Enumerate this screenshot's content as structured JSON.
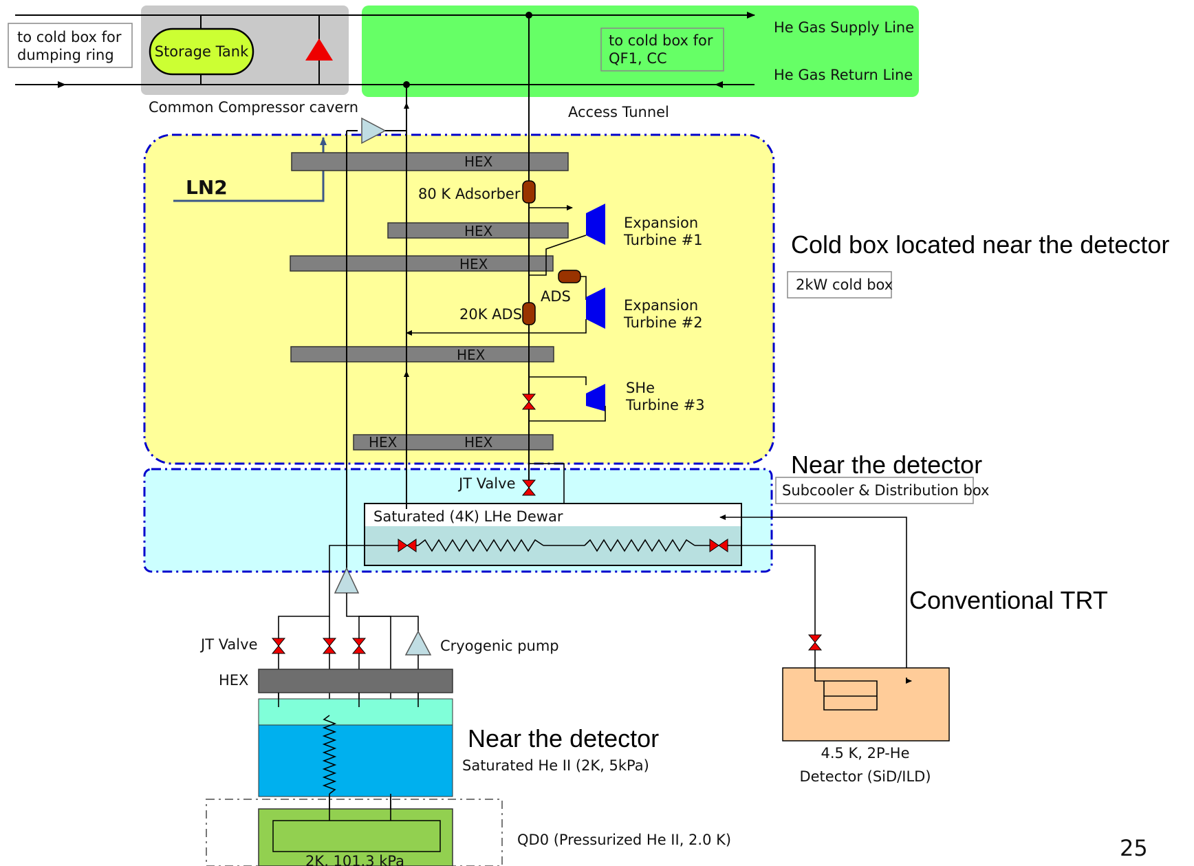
{
  "labels": {
    "cold_box_dumping_ring_1": "to cold box for",
    "cold_box_dumping_ring_2": "dumping ring",
    "storage_tank": "Storage Tank",
    "common_compressor": "Common Compressor cavern",
    "cold_box_qf1_1": "to cold box for",
    "cold_box_qf1_2": "QF1, CC",
    "he_supply": "He Gas Supply Line",
    "he_return": "He Gas Return Line",
    "access_tunnel": "Access Tunnel",
    "hex": "HEX",
    "ln2": "LN2",
    "adsorber_80k": "80 K Adsorber",
    "turbine1_1": "Expansion",
    "turbine1_2": "Turbine #1",
    "ads": "ADS",
    "ads_20k": "20K ADS",
    "turbine2_1": "Expansion",
    "turbine2_2": "Turbine #2",
    "turbine3_1": "SHe",
    "turbine3_2": "Turbine #3",
    "cold_box_heading": "Cold box located near the detector",
    "cold_box_2kw": "2kW cold box",
    "near_detector_1": "Near the detector",
    "subcooler": "Subcooler & Distribution box",
    "jt_valve": "JT Valve",
    "dewar": "Saturated (4K)  LHe Dewar",
    "conventional_trt": "Conventional TRT",
    "jt_valve_2": "JT Valve",
    "cryogenic_pump": "Cryogenic pump",
    "hex_left": "HEX",
    "near_detector_2": "Near the detector",
    "saturated_he2": "Saturated He II (2K, 5kPa)",
    "qd0": "QD0 (Pressurized He II, 2.0 K)",
    "qd0_inner": "2K, 101.3 kPa",
    "detector_temp": "4.5 K, 2P-He",
    "detector_name": "Detector (SiD/ILD)",
    "page_number": "25"
  },
  "colors": {
    "compressor_cavern": "#c9c9c9",
    "access_tunnel": "#66ff66",
    "cold_box": "#ffff99",
    "subcooler_box": "#ccffff",
    "storage_tank": "#ccff33",
    "hex_bar": "#808080",
    "turbine": "#0000ee",
    "adsorber": "#993300",
    "valve": "#ee0000",
    "pump": "#c0dde3",
    "he2_top": "#80ffd9",
    "he2_bath": "#00b0ee",
    "qd0": "#92d050",
    "detector": "#ffcc99",
    "dashed_border": "#0000cc",
    "ln2_line": "#3b5788"
  }
}
